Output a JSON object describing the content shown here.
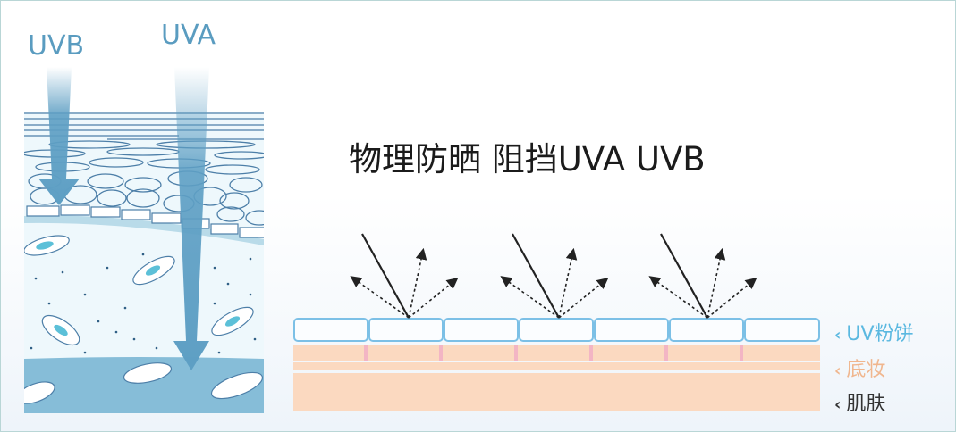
{
  "title": "物理防晒 阻挡UVA UVB",
  "rays": {
    "uvb": "UVB",
    "uva": "UVA"
  },
  "layers": [
    {
      "label": "UV粉饼",
      "color": "#5ab8e0"
    },
    {
      "label": "底妆",
      "color": "#f0b68e"
    },
    {
      "label": "肌肤",
      "color": "#333333"
    }
  ],
  "colors": {
    "arrow": "#5e9fc4",
    "dermis": "#eaf6fb",
    "hypodermis": "#86bdd8",
    "powder_border": "#7cc0e6",
    "foundation": "#fbd9c0",
    "tick": "#f3b5c4"
  }
}
